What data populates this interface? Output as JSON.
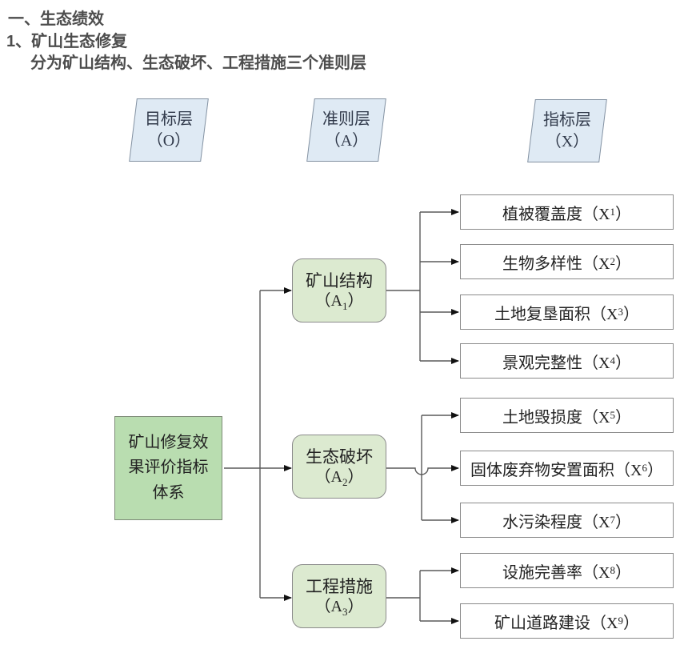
{
  "page": {
    "heading1": "一、生态绩效",
    "heading2": "1、矿山生态修复",
    "heading3": "分为矿山结构、生态破坏、工程措施三个准则层"
  },
  "layers": [
    {
      "title": "目标层",
      "symbol": "（O）"
    },
    {
      "title": "准则层",
      "symbol": "（A）"
    },
    {
      "title": "指标层",
      "symbol": "（X）"
    }
  ],
  "goal": {
    "label": "矿山修复效果评价指标体系"
  },
  "criteria": [
    {
      "name": "矿山结构",
      "pre": "（A",
      "sub": "1",
      "post": "）"
    },
    {
      "name": "生态破坏",
      "pre": "（A",
      "sub": "2",
      "post": "）"
    },
    {
      "name": "工程措施",
      "pre": "（A",
      "sub": "3",
      "post": "）"
    }
  ],
  "indicators": [
    {
      "pre": "植被覆盖度（X",
      "sub": "1",
      "post": "）"
    },
    {
      "pre": "生物多样性（X",
      "sub": "2",
      "post": "）"
    },
    {
      "pre": "土地复垦面积（X",
      "sub": "3",
      "post": "）"
    },
    {
      "pre": "景观完整性（X",
      "sub": "4",
      "post": "）"
    },
    {
      "pre": "土地毁损度（X",
      "sub": "5",
      "post": "）"
    },
    {
      "pre": "固体废弃物安置面积（X",
      "sub": "6",
      "post": "）"
    },
    {
      "pre": "水污染程度（X",
      "sub": "7",
      "post": "）"
    },
    {
      "pre": "设施完善率（X",
      "sub": "8",
      "post": "）"
    },
    {
      "pre": "矿山道路建设（X",
      "sub": "9",
      "post": "）"
    }
  ],
  "colors": {
    "layer_fill": "#dfeaf4",
    "goal_fill": "#b9ddb0",
    "criteria_fill": "#dcead0",
    "indicator_fill": "#ffffff",
    "line": "#5a5a5a",
    "heading_text": "#4d4d4d"
  }
}
